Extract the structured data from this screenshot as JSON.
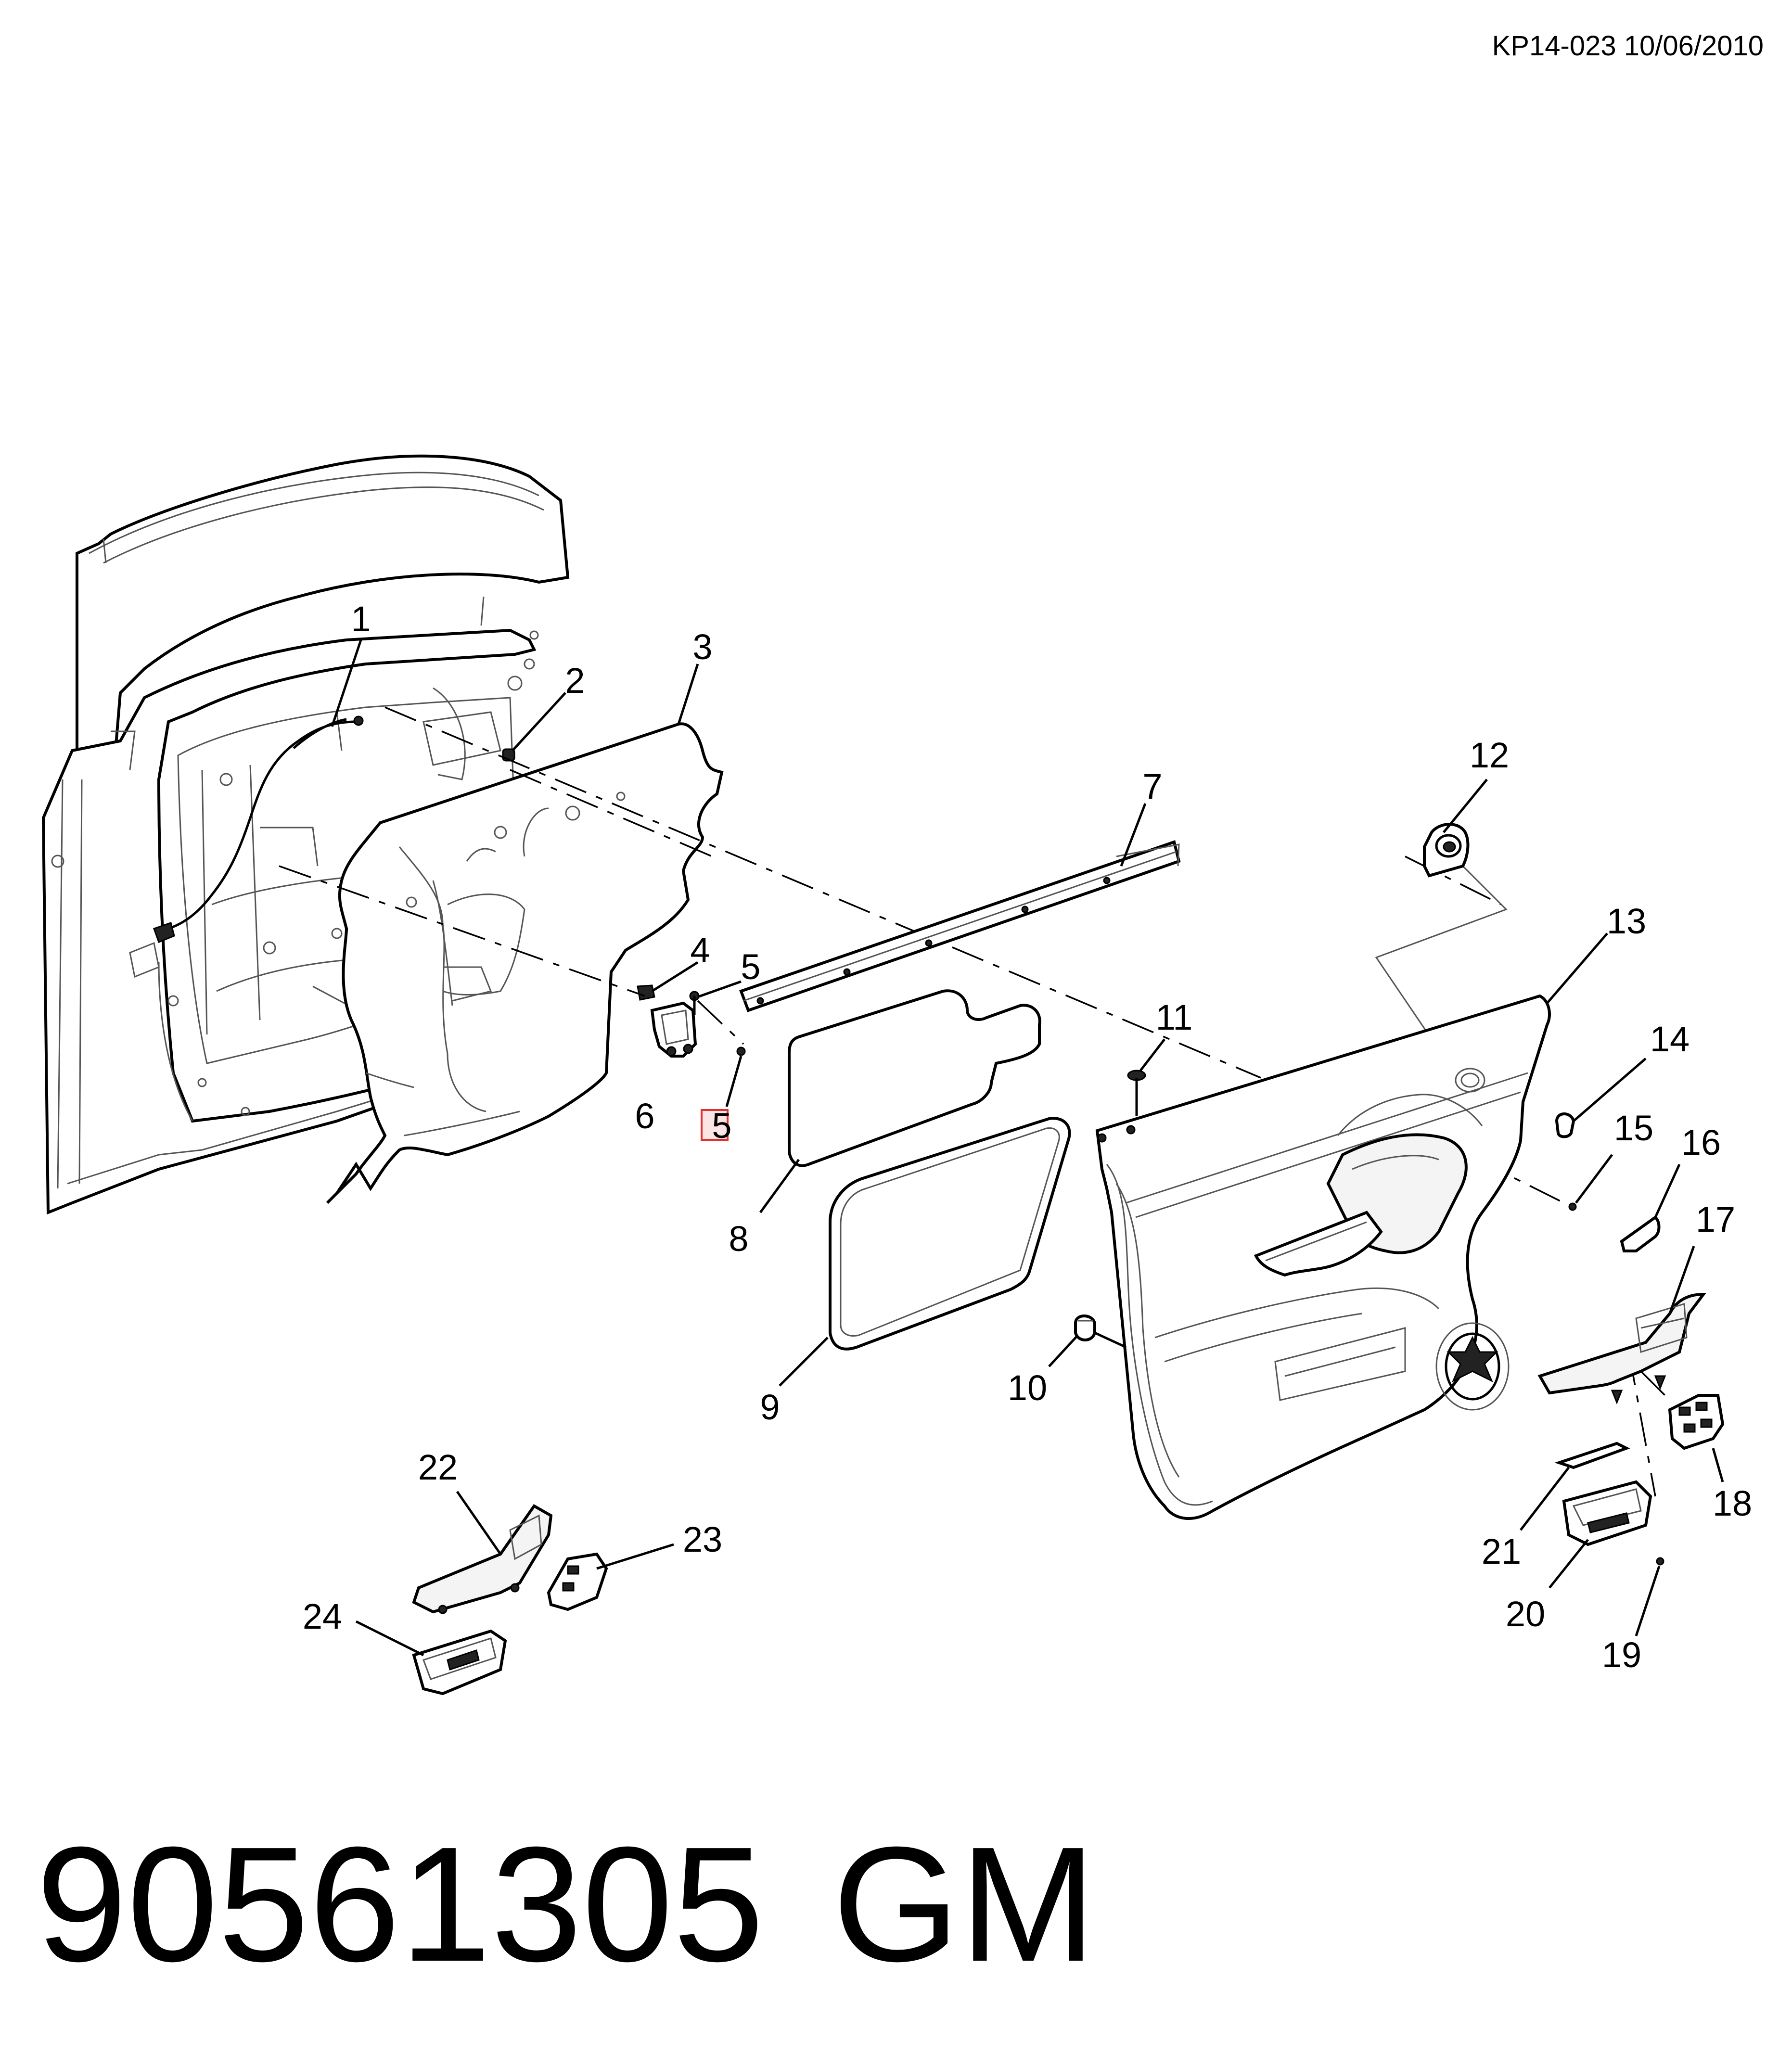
{
  "header": {
    "ref": "KP14-023 10/06/2010"
  },
  "footer": {
    "part_number": "90561305",
    "brand": "GM"
  },
  "callouts": {
    "c1": "1",
    "c2": "2",
    "c3": "3",
    "c4": "4",
    "c5a": "5",
    "c5b": "5",
    "c6": "6",
    "c7": "7",
    "c8": "8",
    "c9": "9",
    "c10": "10",
    "c11": "11",
    "c12": "12",
    "c13": "13",
    "c14": "14",
    "c15": "15",
    "c16": "16",
    "c17": "17",
    "c18": "18",
    "c19": "19",
    "c20": "20",
    "c21": "21",
    "c22": "22",
    "c23": "23",
    "c24": "24"
  },
  "highlight": {
    "color": "#e03030"
  }
}
